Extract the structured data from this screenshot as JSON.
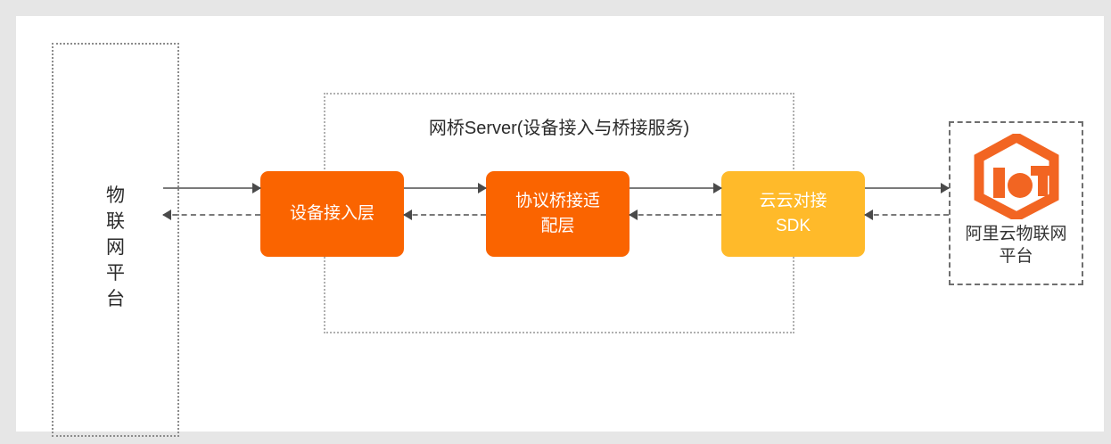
{
  "diagram": {
    "left_platform": {
      "label_chars": [
        "物",
        "联",
        "网",
        "平",
        "台"
      ],
      "border_style": "dotted"
    },
    "bridge_container": {
      "title": "网桥Server(设备接入与桥接服务)",
      "border_style": "dotted"
    },
    "boxes": [
      {
        "id": "device-access-layer",
        "lines": [
          "设备接入层"
        ],
        "color": "#fa6400"
      },
      {
        "id": "protocol-bridge-adaptation-layer",
        "lines": [
          "协议桥接适",
          "配层"
        ],
        "color": "#fa6400"
      },
      {
        "id": "cloud-to-cloud-sdk",
        "lines": [
          "云云对接",
          "SDK"
        ],
        "color": "#ffba2a"
      }
    ],
    "right_platform": {
      "logo_name": "alibaba-cloud-iot-logo",
      "logo_color": "#f26522",
      "label_lines": [
        "阿里云物联网",
        "平台"
      ],
      "border_style": "dashed"
    },
    "connectors": [
      {
        "id": "platform-to-device-access",
        "forward": "solid",
        "reverse": "dashed"
      },
      {
        "id": "device-access-to-bridge-adapter",
        "forward": "solid",
        "reverse": "dashed"
      },
      {
        "id": "bridge-adapter-to-cloud-sdk",
        "forward": "solid",
        "reverse": "dashed"
      },
      {
        "id": "cloud-sdk-to-alibaba-platform",
        "forward": "solid",
        "reverse": "dashed"
      }
    ],
    "colors": {
      "page_background": "#e6e6e6",
      "panel_background": "#ffffff",
      "line": "#7a7a7a",
      "text_dark": "#2b2b2b"
    }
  }
}
